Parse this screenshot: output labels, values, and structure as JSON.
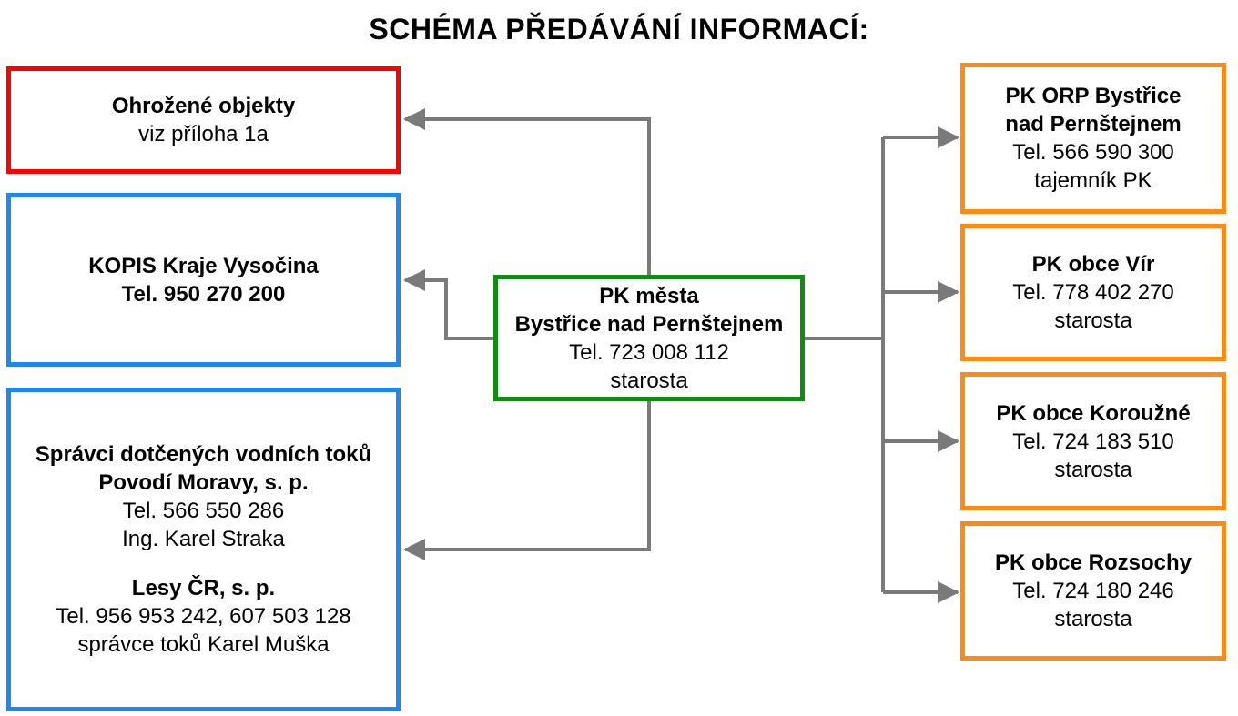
{
  "title": "SCHÉMA PŘEDÁVÁNÍ INFORMACÍ:",
  "center": {
    "name_line1": "PK města",
    "name_line2": "Bystřice nad Pernštejnem",
    "tel": "Tel. 723 008 112",
    "role": "starosta"
  },
  "left": {
    "threatened": {
      "name": "Ohrožené objekty",
      "note": "viz příloha 1a"
    },
    "kopis": {
      "name": "KOPIS Kraje Vysočina",
      "tel": "Tel. 950 270 200"
    },
    "water": {
      "heading": "Správci dotčených vodních toků",
      "org1_name": "Povodí Moravy, s. p.",
      "org1_tel": "Tel. 566 550 286",
      "org1_person": "Ing. Karel Straka",
      "org2_name": "Lesy ČR, s. p.",
      "org2_tel": "Tel. 956 953 242, 607 503 128",
      "org2_person": "správce toků Karel Muška"
    }
  },
  "right": [
    {
      "name_line1": "PK ORP Bystřice",
      "name_line2": "nad Pernštejnem",
      "tel": "Tel. 566 590 300",
      "role": "tajemník PK"
    },
    {
      "name_line1": "PK obce Vír",
      "tel": "Tel. 778 402 270",
      "role": "starosta"
    },
    {
      "name_line1": "PK obce Koroužné",
      "tel": "Tel. 724 183 510",
      "role": "starosta"
    },
    {
      "name_line1": "PK obce Rozsochy",
      "tel": "Tel. 724 180 246",
      "role": "starosta"
    }
  ],
  "colors": {
    "center_border": "#138a13",
    "threatened_border": "#ff0000",
    "authority_border": "#1f88f0",
    "municipality_border": "#ff8a14",
    "connector": "#7a7a7a"
  }
}
